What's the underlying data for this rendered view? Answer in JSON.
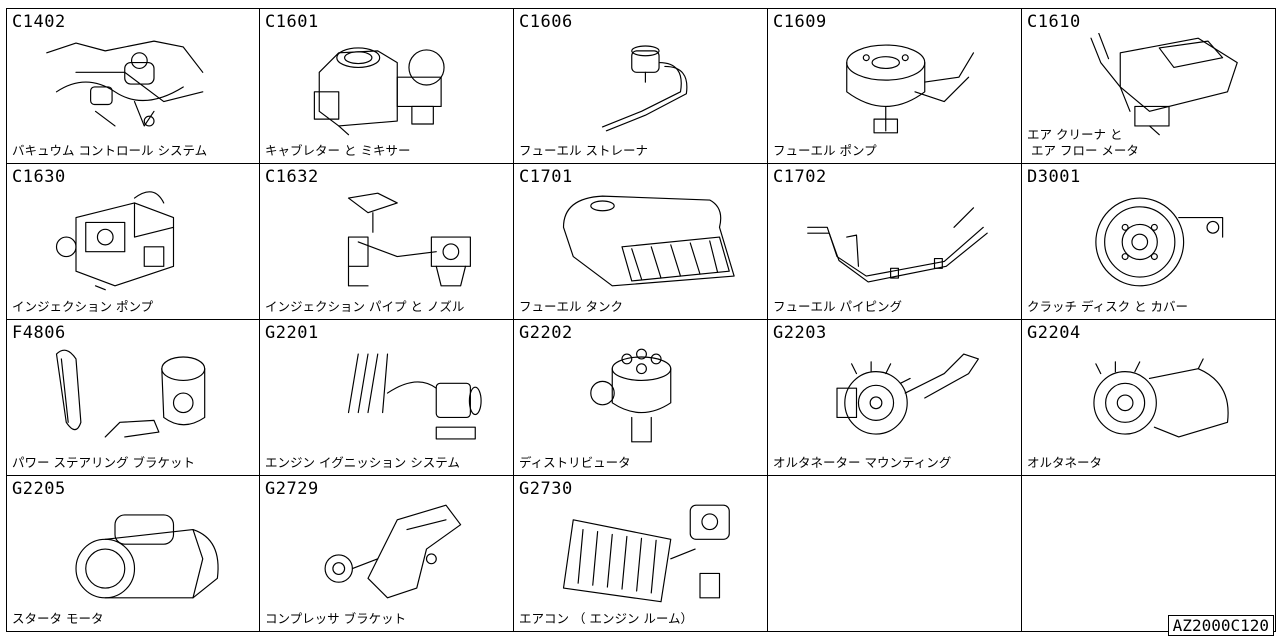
{
  "document_id": "AZ2000C120",
  "parts": [
    {
      "code": "C1402",
      "label": "バキュウム コントロール システム",
      "icon": "vacuum-control-system-icon"
    },
    {
      "code": "C1601",
      "label": "キャブレター と ミキサー",
      "icon": "carburetor-mixer-icon"
    },
    {
      "code": "C1606",
      "label": "フューエル ストレーナ",
      "icon": "fuel-strainer-icon"
    },
    {
      "code": "C1609",
      "label": "フューエル ポンプ",
      "icon": "fuel-pump-icon"
    },
    {
      "code": "C1610",
      "label": "エア クリーナ と\n エア フロー メータ",
      "icon": "air-cleaner-icon"
    },
    {
      "code": "C1630",
      "label": "インジェクション ポンプ",
      "icon": "injection-pump-icon"
    },
    {
      "code": "C1632",
      "label": "インジェクション パイプ と ノズル",
      "icon": "injection-pipe-nozzle-icon"
    },
    {
      "code": "C1701",
      "label": "フューエル タンク",
      "icon": "fuel-tank-icon"
    },
    {
      "code": "C1702",
      "label": "フューエル パイピング",
      "icon": "fuel-piping-icon"
    },
    {
      "code": "D3001",
      "label": "クラッチ ディスク と カバー",
      "icon": "clutch-disc-icon"
    },
    {
      "code": "F4806",
      "label": "パワー ステアリング ブラケット",
      "icon": "power-steering-bracket-icon"
    },
    {
      "code": "G2201",
      "label": "エンジン イグニッション システム",
      "icon": "ignition-system-icon"
    },
    {
      "code": "G2202",
      "label": "ディストリビュータ",
      "icon": "distributor-icon"
    },
    {
      "code": "G2203",
      "label": "オルタネーター マウンティング",
      "icon": "alternator-mounting-icon"
    },
    {
      "code": "G2204",
      "label": "オルタネータ",
      "icon": "alternator-icon"
    },
    {
      "code": "G2205",
      "label": "スタータ モータ",
      "icon": "starter-motor-icon"
    },
    {
      "code": "G2729",
      "label": "コンプレッサ ブラケット",
      "icon": "compressor-bracket-icon"
    },
    {
      "code": "G2730",
      "label": "エアコン （ エンジン ルーム）",
      "icon": "air-conditioner-icon"
    }
  ]
}
